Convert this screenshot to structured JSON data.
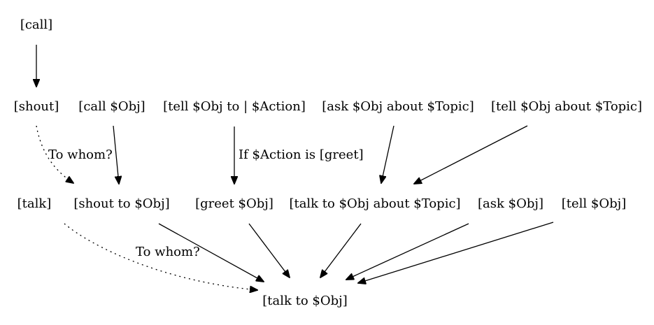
{
  "nodes": {
    "call": "[call]",
    "shout": "[shout]",
    "call_obj": "[call $Obj]",
    "tell_obj_to_action": "[tell $Obj to | $Action]",
    "ask_obj_about_topic": "[ask $Obj about $Topic]",
    "tell_obj_about_topic": "[tell $Obj about $Topic]",
    "talk": "[talk]",
    "shout_to_obj": "[shout to $Obj]",
    "greet_obj": "[greet $Obj]",
    "talk_to_obj_about_topic": "[talk to $Obj about $Topic]",
    "ask_obj": "[ask $Obj]",
    "tell_obj": "[tell $Obj]",
    "talk_to_obj": "[talk to $Obj]"
  },
  "edge_labels": {
    "shout_to_shout_to_obj": "To whom?",
    "tell_action_to_greet": "If $Action is [greet]",
    "talk_to_talk_to_obj": "To whom?"
  },
  "colors": {
    "background": "#ffffff",
    "ink": "#000000"
  }
}
